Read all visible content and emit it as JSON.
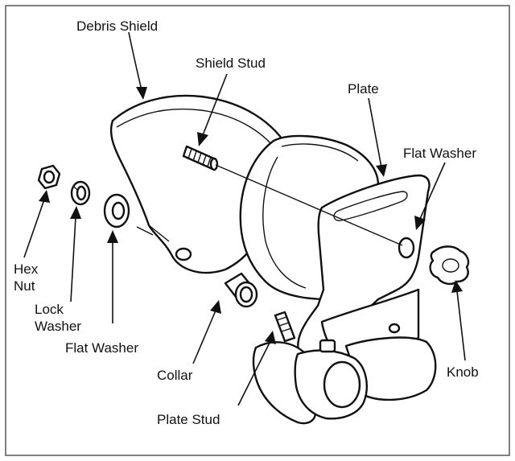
{
  "diagram": {
    "labels": {
      "debris_shield": "Debris Shield",
      "shield_stud": "Shield Stud",
      "plate": "Plate",
      "flat_washer_right": "Flat Washer",
      "hex": "Hex",
      "nut": "Nut",
      "lock": "Lock",
      "washer": "Washer",
      "flat_washer_left": "Flat Washer",
      "collar": "Collar",
      "plate_stud": "Plate Stud",
      "knob": "Knob"
    },
    "colors": {
      "line": "#111111",
      "background": "#ffffff",
      "frame": "#555555"
    }
  }
}
